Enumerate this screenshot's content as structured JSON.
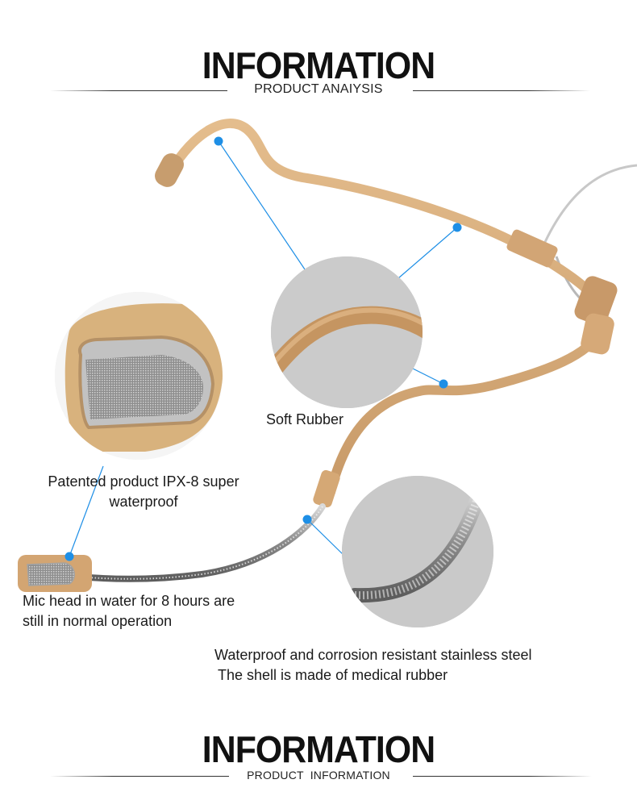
{
  "header_top": {
    "title": "INFORMATION",
    "subtitle": "PRODUCT ANAIYSIS"
  },
  "callouts": {
    "soft_rubber": "Soft Rubber",
    "waterproof_line1": "Patented product IPX-8 super",
    "waterproof_line2": "waterproof",
    "mic_head_line1": "Mic head in water for 8 hours are",
    "mic_head_line2": "still in normal operation",
    "steel_line1": "Waterproof and corrosion resistant stainless steel",
    "steel_line2": "The shell is made of medical rubber"
  },
  "header_bottom": {
    "title": "INFORMATION",
    "subtitle": "PRODUCT  INFORMATION"
  },
  "colors": {
    "accent": "#1e8fe6",
    "skin": "#d9ae7c",
    "steel": "#9a9a9a"
  }
}
